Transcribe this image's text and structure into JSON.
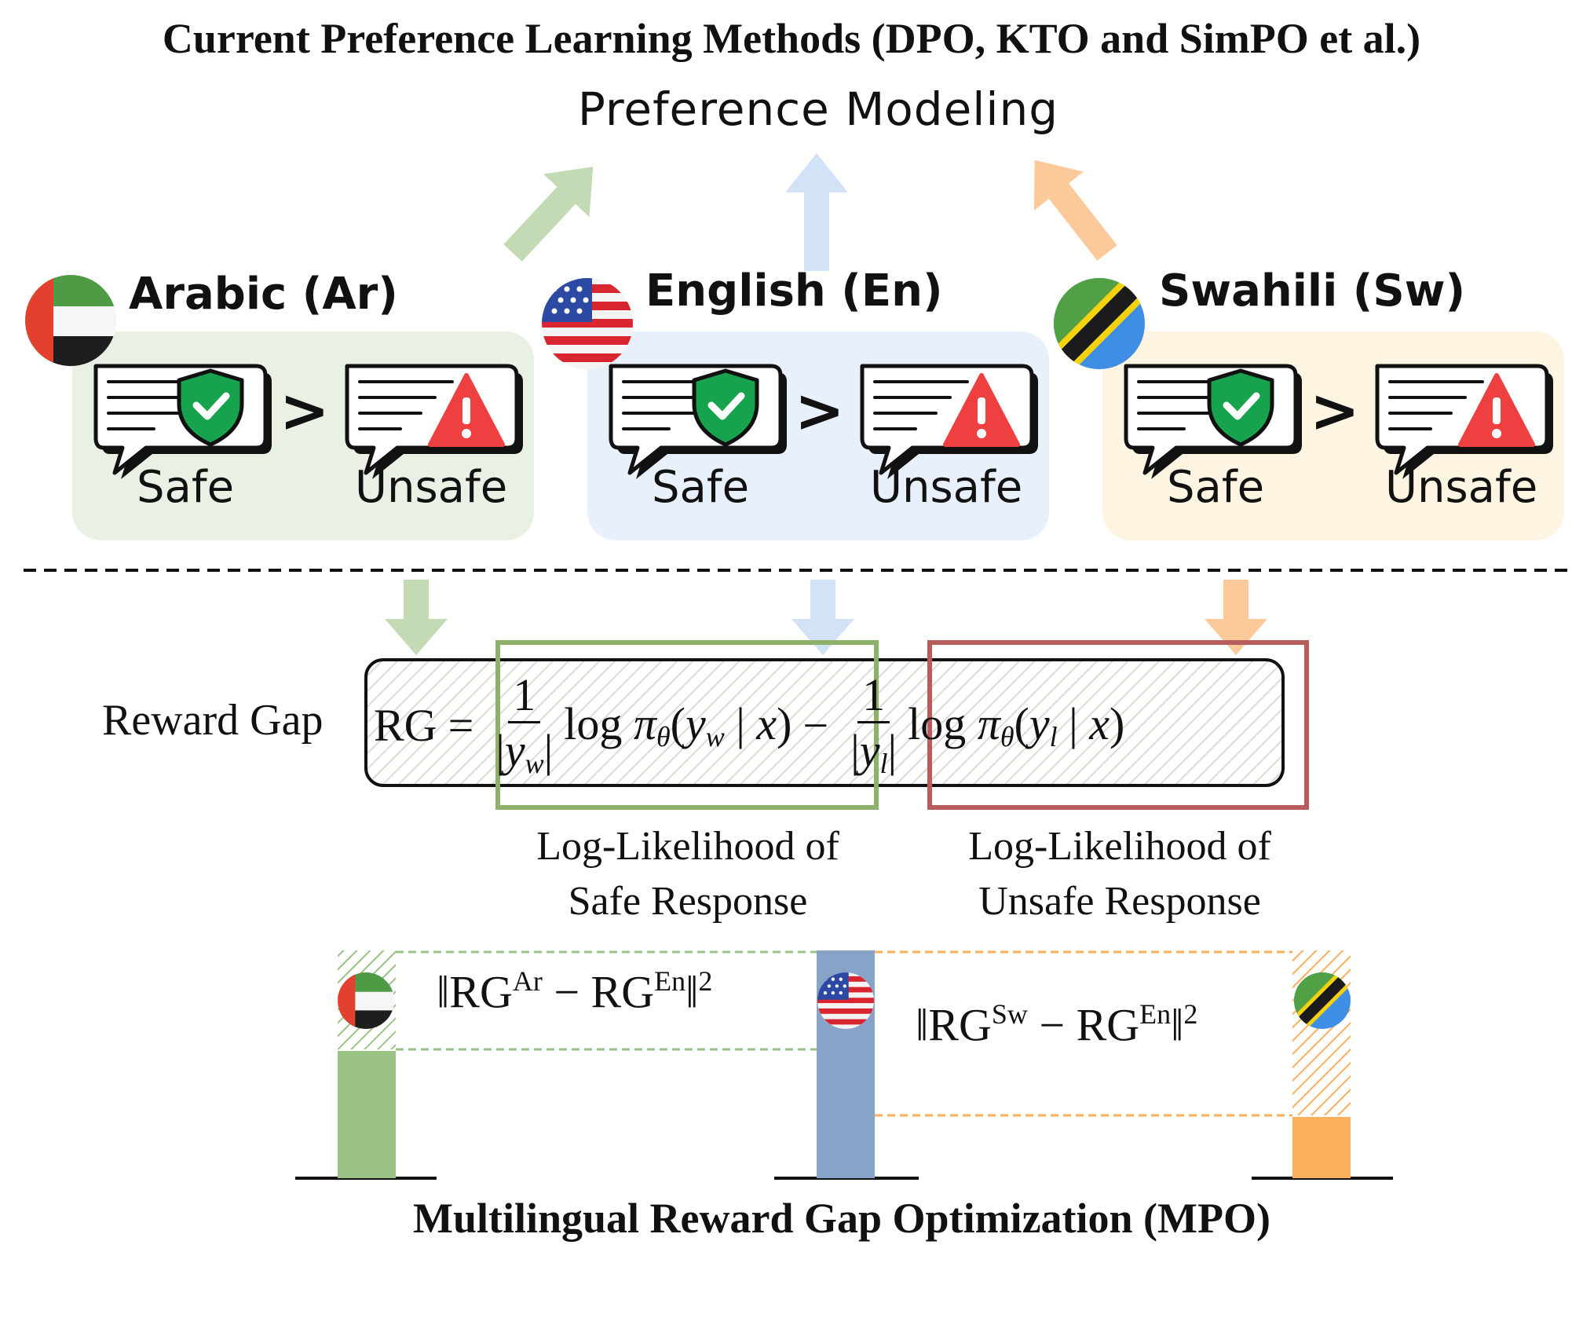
{
  "title": "Current Preference Learning Methods (DPO, KTO and SimPO et al.)",
  "preference_modeling": "Preference Modeling",
  "languages": [
    {
      "key": "ar",
      "label": "Arabic (Ar)",
      "color": "#9bc386",
      "panel_color": "#e8f1e3"
    },
    {
      "key": "en",
      "label": "English (En)",
      "color": "#b9d4f4",
      "panel_color": "#e8f0fb"
    },
    {
      "key": "sw",
      "label": "Swahili (Sw)",
      "color": "#fbbb86",
      "panel_color": "#fdf5e2"
    }
  ],
  "comparison": {
    "safe": "Safe",
    "greater": ">",
    "unsafe": "Unsafe"
  },
  "reward_gap": {
    "label": "Reward Gap",
    "lhs": "RG",
    "equals": "=",
    "num": "1",
    "y_w": "y",
    "w_sub": "w",
    "y_l": "y",
    "l_sub": "l",
    "log": "log",
    "pi": "π",
    "theta": "θ",
    "x": "x",
    "minus": "−"
  },
  "safe_ll": [
    "Log-Likelihood of",
    "Safe Response"
  ],
  "unsafe_ll": [
    "Log-Likelihood of",
    "Unsafe Response"
  ],
  "mpo": {
    "title": "Multilingual Reward Gap Optimization (MPO)",
    "norm_ar": {
      "rg": "RG",
      "sup1": "Ar",
      "minus": "−",
      "sup2": "En",
      "pow": "2"
    },
    "norm_sw": {
      "rg": "RG",
      "sup1": "Sw",
      "minus": "−",
      "sup2": "En",
      "pow": "2"
    },
    "bars": [
      {
        "lang": "Ar",
        "color": "#9bc386",
        "reward_gap_level": 0.56
      },
      {
        "lang": "En",
        "color": "#87a4c8",
        "reward_gap_level": 1.0
      },
      {
        "lang": "Sw",
        "color": "#fcaf5c",
        "reward_gap_level": 0.27
      }
    ],
    "safe_box_color": "#8db06b",
    "unsafe_box_color": "#b85c5c"
  }
}
